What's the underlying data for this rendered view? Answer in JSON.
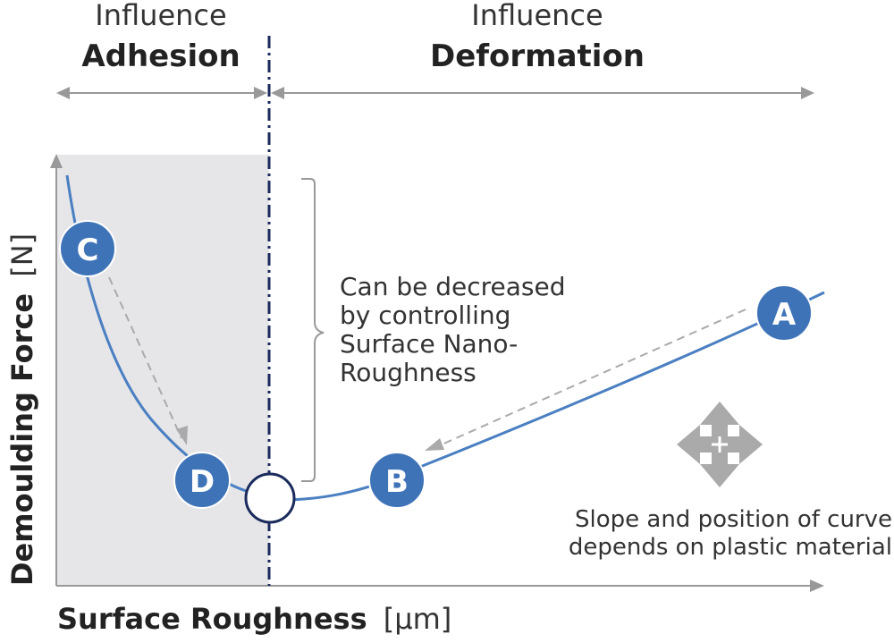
{
  "regions": {
    "adhesion": {
      "line1": "Influence",
      "line2": "Adhesion"
    },
    "deformation": {
      "line1": "Influence",
      "line2": "Deformation"
    }
  },
  "axes": {
    "x_bold": "Surface Roughness",
    "x_unit": "[µm]",
    "y_bold": "Demoulding Force",
    "y_unit": "[N]"
  },
  "points": {
    "A": "A",
    "B": "B",
    "C": "C",
    "D": "D"
  },
  "annotations": {
    "bracket_note": [
      "Can be decreased",
      "by controlling",
      "Surface Nano-",
      "Roughness"
    ],
    "slope_note": [
      "Slope and position of curve",
      "depends on plastic material"
    ]
  },
  "colors": {
    "curve": "#4a7fc1",
    "point_fill": "#3f73b8",
    "divider": "#1a2a5c",
    "adhesion_region": "#e6e6e9",
    "arrows": "#999999",
    "axis": "#999999"
  },
  "icons": {
    "move": "four-way-arrow-icon"
  }
}
